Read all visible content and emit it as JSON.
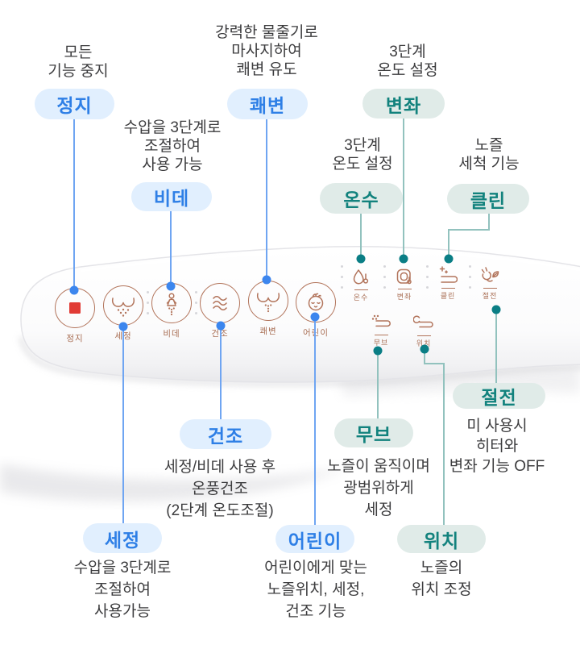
{
  "colors": {
    "blue_text": "#2e7fe6",
    "blue_pill_bg": "#e1effe",
    "teal_text": "#12827d",
    "teal_pill_bg": "#e0ebe8",
    "desc_text": "#3c3c3e",
    "copper_icon": "#b2745b",
    "line_blue": "#6fa5f2",
    "line_teal": "#92c2be",
    "dot_blue": "#3c86ee",
    "dot_teal": "#0a7e85",
    "stop_red": "#e13b35",
    "panel_white": "#ffffff"
  },
  "device": {
    "main_buttons": [
      {
        "label": "정지",
        "icon": "stop-square"
      },
      {
        "label": "세정",
        "icon": "wash-spray"
      },
      {
        "label": "비데",
        "icon": "bidet-lady"
      },
      {
        "label": "건조",
        "icon": "dry-waves"
      },
      {
        "label": "쾌변",
        "icon": "massage-spray"
      },
      {
        "label": "어린이",
        "icon": "child-face"
      }
    ],
    "small_controls": [
      {
        "label": "온수",
        "icon": "water-temp"
      },
      {
        "label": "변좌",
        "icon": "seat-temp"
      },
      {
        "label": "클린",
        "icon": "nozzle-clean"
      },
      {
        "label": "절전",
        "icon": "power-save"
      },
      {
        "label": "무브",
        "icon": "nozzle-move"
      },
      {
        "label": "위치",
        "icon": "nozzle-position"
      }
    ]
  },
  "callouts": {
    "stop": {
      "label": "정지",
      "desc": [
        "모든",
        "기능 중지"
      ]
    },
    "bidet": {
      "label": "비데",
      "desc": [
        "수압을 3단계로",
        "조절하여",
        "사용 가능"
      ]
    },
    "massage": {
      "label": "쾌변",
      "desc": [
        "강력한 물줄기로",
        "마사지하여",
        "쾌변 유도"
      ]
    },
    "seat": {
      "label": "변좌",
      "desc": [
        "3단계",
        "온도 설정"
      ]
    },
    "hot_water": {
      "label": "온수",
      "desc": [
        "3단계",
        "온도 설정"
      ]
    },
    "clean": {
      "label": "클린",
      "desc": [
        "노즐",
        "세척 기능"
      ]
    },
    "dry": {
      "label": "건조",
      "desc": [
        "세정/비데 사용 후",
        "온풍건조",
        "(2단계 온도조절)"
      ]
    },
    "wash": {
      "label": "세정",
      "desc": [
        "수압을 3단계로",
        "조절하여",
        "사용가능"
      ]
    },
    "child": {
      "label": "어린이",
      "desc": [
        "어린이에게 맞는",
        "노즐위치, 세정,",
        "건조 기능"
      ]
    },
    "move": {
      "label": "무브",
      "desc": [
        "노즐이 움직이며",
        "광범위하게",
        "세정"
      ]
    },
    "power_save": {
      "label": "절전",
      "desc": [
        "미 사용시",
        "히터와",
        "변좌 기능 OFF"
      ]
    },
    "position": {
      "label": "위치",
      "desc": [
        "노즐의",
        "위치 조정"
      ]
    }
  }
}
